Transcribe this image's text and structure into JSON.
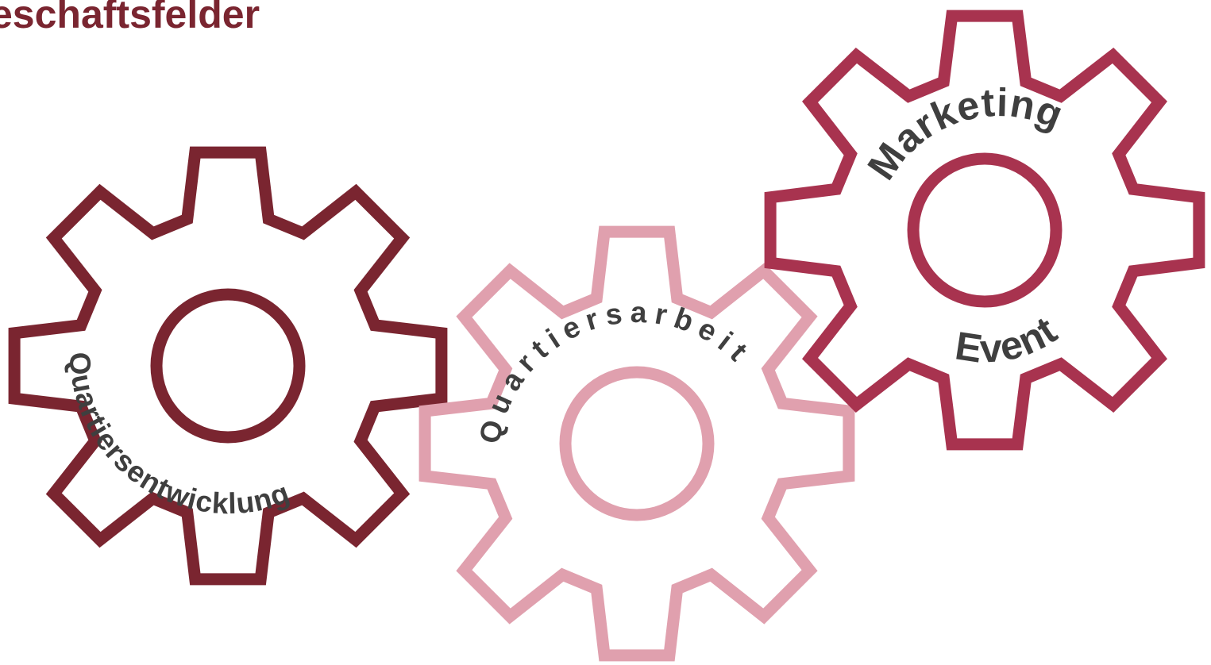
{
  "title": "eschaftsfelder",
  "colors": {
    "title": "#7a2530",
    "label": "#3f3f3f"
  },
  "gears": [
    {
      "id": "quartiersentwicklung",
      "label": "Quartiersentwicklung",
      "color": "#7a2530"
    },
    {
      "id": "quartiersarbeit",
      "label": "Quartiersarbeit",
      "color": "#e0a0ae"
    },
    {
      "id": "marketing-event",
      "label": "Marketing",
      "label2": "Event",
      "color": "#a8334f"
    }
  ]
}
